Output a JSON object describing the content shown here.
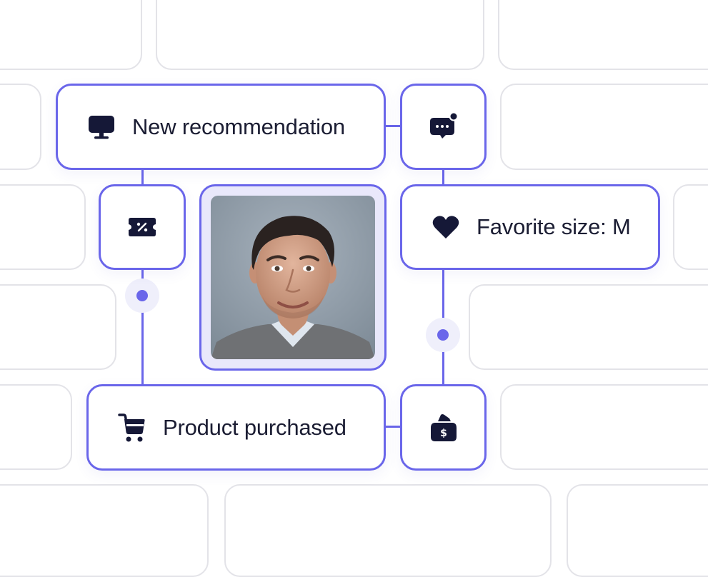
{
  "colors": {
    "accent": "#6a66ea",
    "icon": "#151837",
    "text": "#1b1d33",
    "tile_border": "#e3e3e8"
  },
  "cards": {
    "new_recommendation": {
      "label": "New recommendation",
      "icon": "monitor-icon"
    },
    "chat": {
      "icon": "chat-notification-icon"
    },
    "discount": {
      "icon": "discount-ticket-icon"
    },
    "favorite_size": {
      "label": "Favorite size: M",
      "icon": "heart-icon"
    },
    "product_purchased": {
      "label": "Product purchased",
      "icon": "shopping-cart-icon"
    },
    "money": {
      "icon": "money-bag-icon"
    }
  },
  "photo": {
    "subject": "person-portrait"
  }
}
